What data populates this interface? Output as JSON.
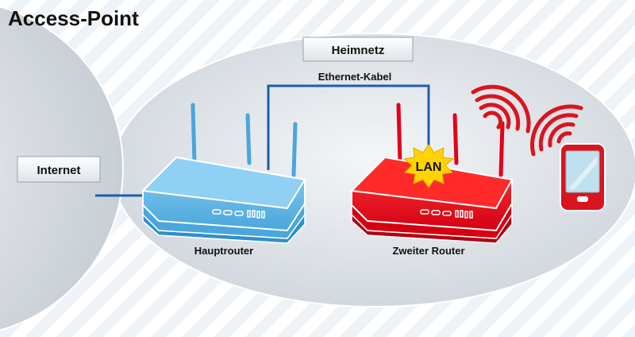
{
  "title": "Access-Point",
  "labels": {
    "internet": "Internet",
    "home_network": "Heimnetz",
    "ethernet_cable": "Ethernet-Kabel",
    "main_router": "Hauptrouter",
    "second_router": "Zweiter Router",
    "lan": "LAN"
  },
  "colors": {
    "main_router": "#5bb4e6",
    "second_router": "#e3001b",
    "cable": "#1d5fa8",
    "wifi": "#d9151f",
    "lan_burst": "#ffd400"
  }
}
